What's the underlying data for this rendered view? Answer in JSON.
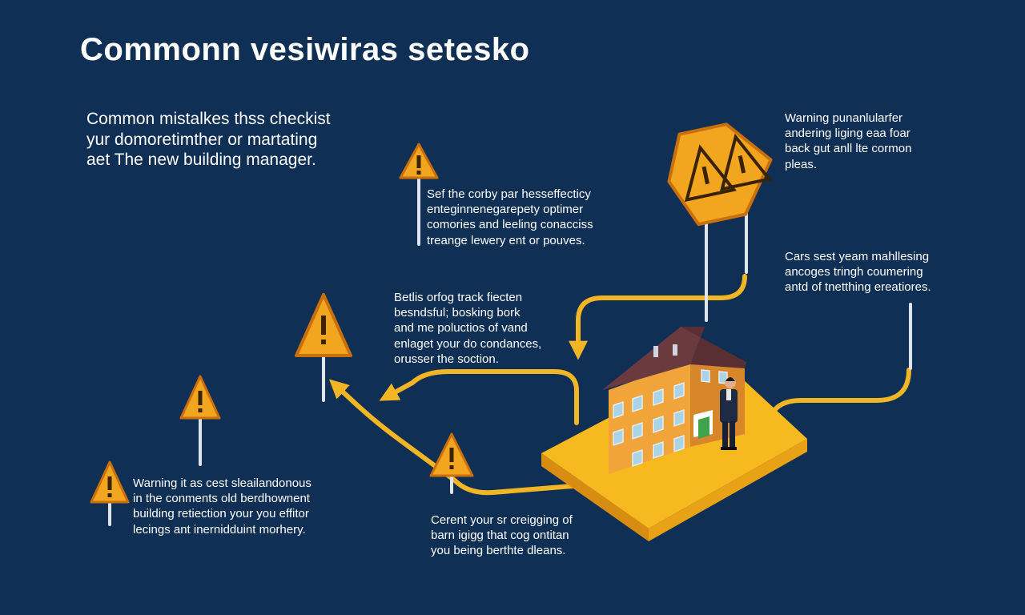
{
  "title": "Commonn vesiwiras setesko",
  "intro": {
    "lines": [
      "Common mistalkes thss checkist",
      "yur domoretimther or martating",
      "aet  The new building manager."
    ]
  },
  "callouts": [
    {
      "id": "top-center",
      "lines": [
        "Sef the corby par hesseffecticy",
        "enteginnenegarepety optimer",
        "comories and leeling conacciss",
        "treange lewery ent or pouves."
      ]
    },
    {
      "id": "top-right",
      "lines": [
        "Warning punanlularfer",
        "andering liging eaa foar",
        "back gut anll lte cormon",
        "pleas."
      ]
    },
    {
      "id": "mid-right",
      "lines": [
        "Cars sest yeam mahllesing",
        "ancoges tringh coumering",
        "antd of tnetthing ereatiores."
      ]
    },
    {
      "id": "center",
      "lines": [
        "Betlis orfog track fiecten",
        "besndsful; bosking bork",
        "and me poluctios of vand",
        "enlaget your do condances,",
        "orusser the soction."
      ]
    },
    {
      "id": "bottom-left",
      "lines": [
        "Warning it as cest sleailandonous",
        "in the conments old berdhownent",
        "building retiection your you effitor",
        "lecings ant inernidduint morhery."
      ]
    },
    {
      "id": "bottom-center",
      "lines": [
        "Cerent your sr creigging of",
        "barn igigg that cog ontitan",
        "you being berthte dleans."
      ]
    }
  ],
  "colors": {
    "background": "#0f2f55",
    "path": "#f2b624",
    "warning_fill": "#f2a51e",
    "warning_edge": "#c96f0c",
    "platform": "#f6b91f",
    "roof": "#6b3a3f",
    "wall": "#f0a43a"
  },
  "icons": [
    "warning-sign-icon",
    "house-icon",
    "building-manager-figure",
    "arrow-icon"
  ]
}
